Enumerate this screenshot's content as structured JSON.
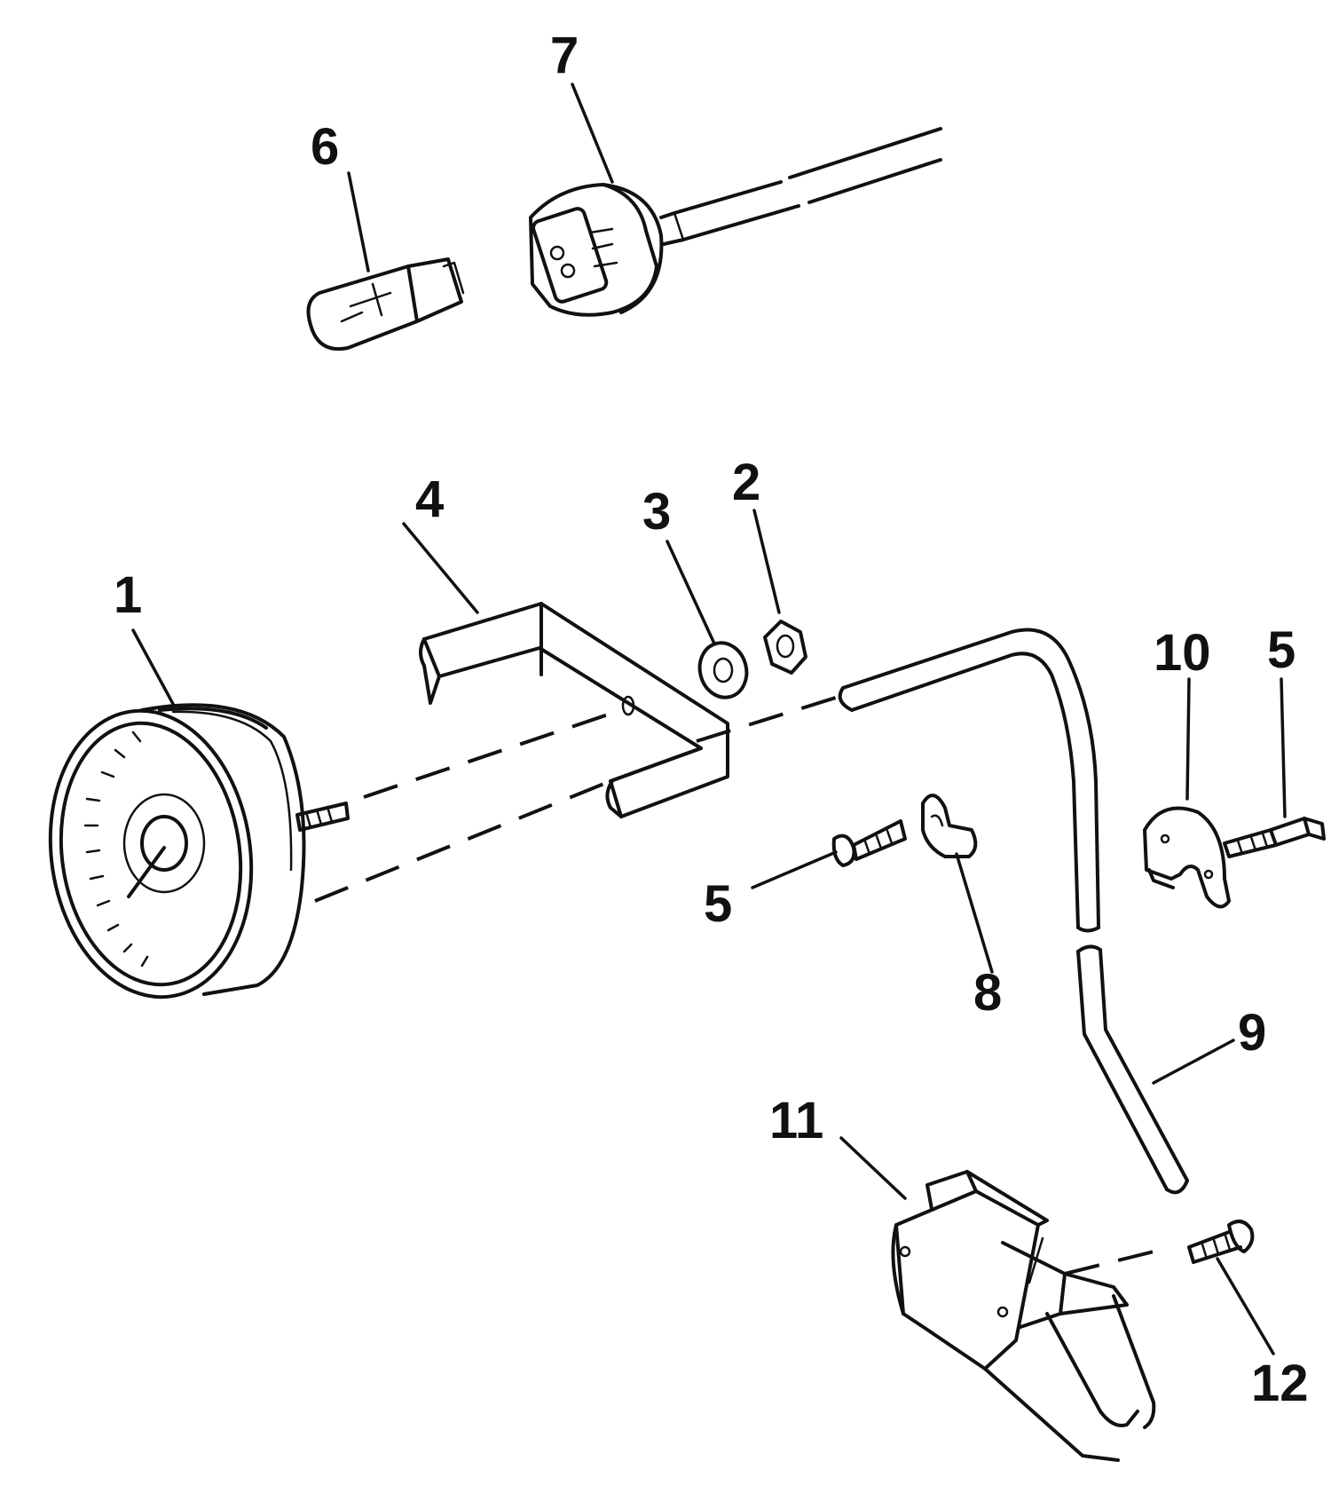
{
  "diagram": {
    "callouts": [
      {
        "id": "c1",
        "label": "1"
      },
      {
        "id": "c2",
        "label": "2"
      },
      {
        "id": "c3",
        "label": "3"
      },
      {
        "id": "c4",
        "label": "4"
      },
      {
        "id": "c5a",
        "label": "5"
      },
      {
        "id": "c5b",
        "label": "5"
      },
      {
        "id": "c6",
        "label": "6"
      },
      {
        "id": "c7",
        "label": "7"
      },
      {
        "id": "c8",
        "label": "8"
      },
      {
        "id": "c9",
        "label": "9"
      },
      {
        "id": "c10",
        "label": "10"
      },
      {
        "id": "c11",
        "label": "11"
      },
      {
        "id": "c12",
        "label": "12"
      }
    ]
  }
}
